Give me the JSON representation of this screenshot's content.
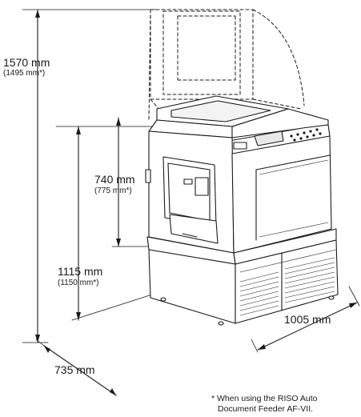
{
  "dimensions": {
    "total_height": {
      "main": "1570 mm",
      "alt": "(1495 mm*)"
    },
    "table_height": {
      "main": "740 mm",
      "alt": "(775 mm*)"
    },
    "body_height": {
      "main": "1115 mm",
      "alt": "(1150 mm*)"
    },
    "width": {
      "main": "1005 mm"
    },
    "depth": {
      "main": "735 mm"
    }
  },
  "footnote": {
    "line1": "* When using the RISO Auto",
    "line2": "Document Feeder AF-VII."
  },
  "colors": {
    "line": "#1a1a1a",
    "fill": "#ffffff",
    "shade": "#e8e8e8"
  }
}
